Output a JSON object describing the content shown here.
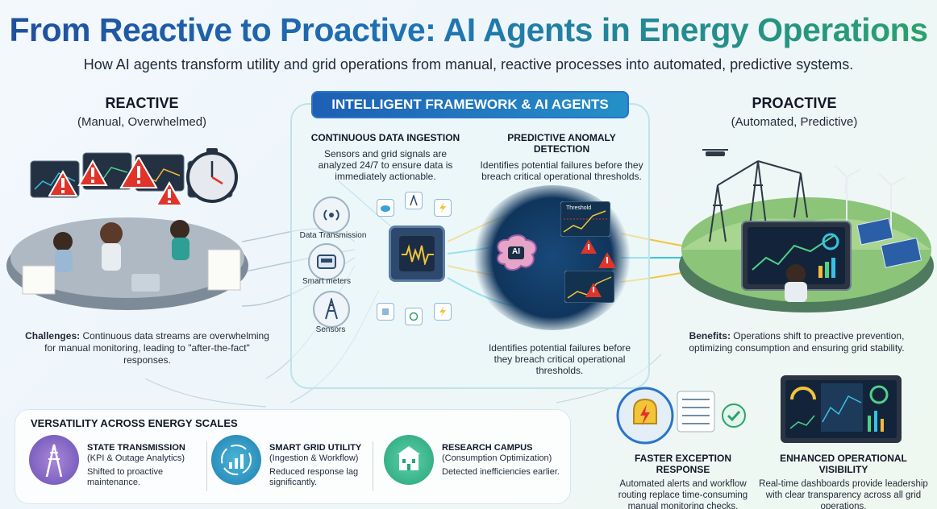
{
  "header": {
    "title": "From Reactive to Proactive: AI Agents in Energy Operations",
    "subtitle": "How AI agents transform utility and grid operations from manual, reactive processes into automated, predictive systems."
  },
  "reactive": {
    "title": "REACTIVE",
    "subtitle": "(Manual, Overwhelmed)",
    "challenges_label": "Challenges:",
    "challenges_text": "Continuous data streams are overwhelming for manual monitoring, leading to \"after-the-fact\" responses."
  },
  "proactive": {
    "title": "PROACTIVE",
    "subtitle": "(Automated, Predictive)",
    "benefits_label": "Benefits:",
    "benefits_text": "Operations shift to preactive prevention, optimizing consumption and ensuring grid stability."
  },
  "framework": {
    "banner": "INTELLIGENT FRAMEWORK & AI AGENTS",
    "ingestion": {
      "title": "CONTINUOUS DATA INGESTION",
      "text": "Sensors and grid signals are analyzed 24/7 to ensure data is immediately actionable."
    },
    "detection": {
      "title": "PREDICTIVE ANOMALY DETECTION",
      "text": "Identifies potential failures before they breach critical operational thresholds."
    },
    "detection_repeat": "Identifies potential failures before they breach critical operational thresholds.",
    "sources": [
      "Data Transmission",
      "Smart meters",
      "Sensors"
    ],
    "chart_label": "Threshold",
    "ai_label": "AI"
  },
  "versatility": {
    "title": "VERSATILITY ACROSS ENERGY SCALES",
    "cards": [
      {
        "title": "STATE TRANSMISSION",
        "subtitle": "(KPI & Outage Analytics)",
        "text": "Shifted to proactive maintenance."
      },
      {
        "title": "SMART GRID UTILITY",
        "subtitle": "(Ingestion & Workflow)",
        "text": "Reduced response lag significantly."
      },
      {
        "title": "RESEARCH CAMPUS",
        "subtitle": "(Consumption Optimization)",
        "text": "Detected inefficiencies earlier."
      }
    ]
  },
  "features": [
    {
      "title": "FASTER EXCEPTION RESPONSE",
      "text": "Automated alerts and workflow routing replace time-consuming manual monitoring checks."
    },
    {
      "title": "ENHANCED OPERATIONAL VISIBILITY",
      "text": "Real-time dashboards provide leadership with clear transparency across all grid operations."
    }
  ],
  "colors": {
    "title_blue": "#1f4f9e",
    "title_green": "#2aa36b",
    "banner": "#1e5fb4",
    "alert_red": "#e0342a",
    "flow_yellow": "#f3c43a",
    "flow_cyan": "#37c7e0"
  }
}
